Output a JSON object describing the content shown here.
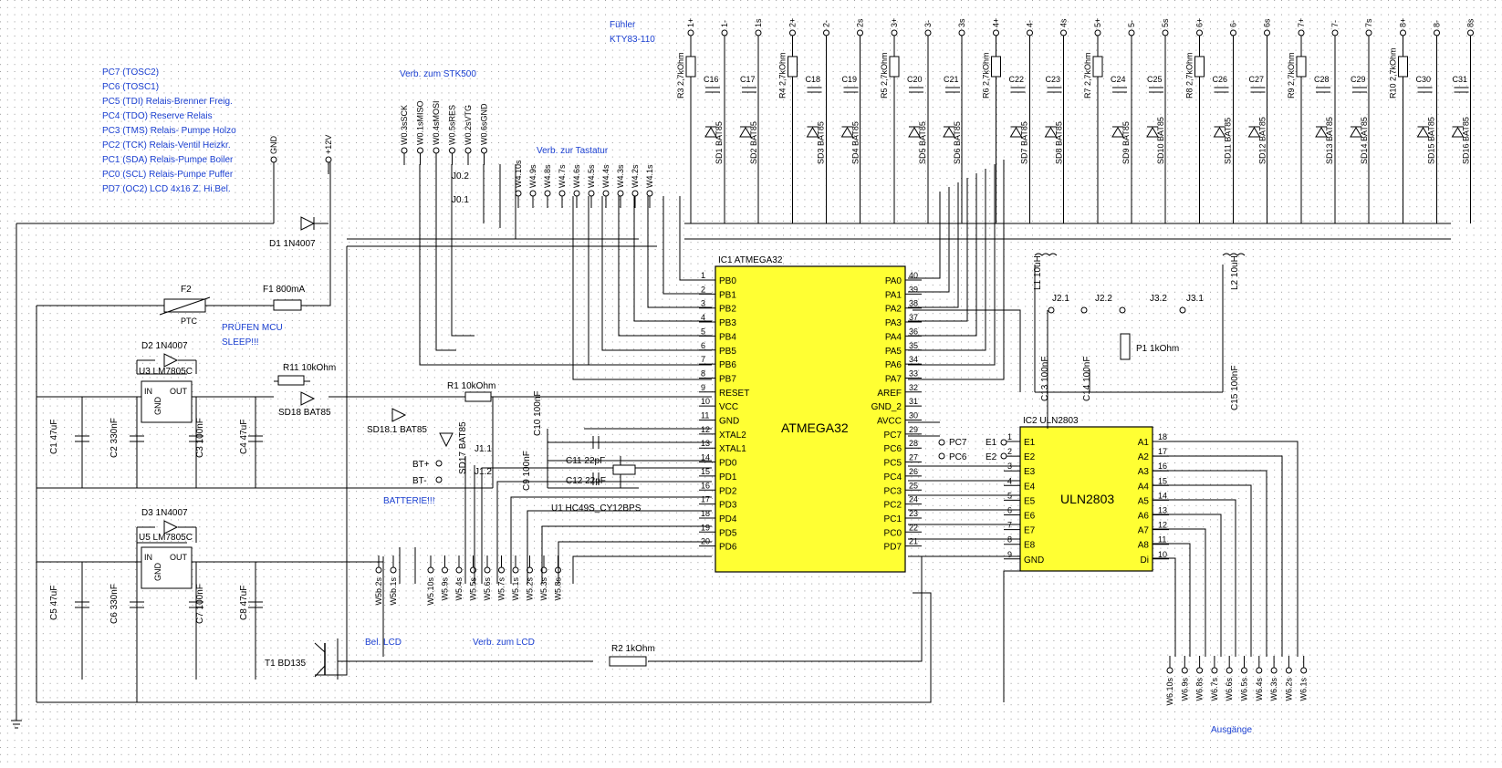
{
  "notes": {
    "port_list": [
      "PC7 (TOSC2)",
      "PC6 (TOSC1)",
      "PC5 (TDI) Relais-Brenner Freig.",
      "PC4 (TDO) Reserve Relais",
      "PC3 (TMS) Relais- Pumpe Holzo",
      "PC2 (TCK) Relais-Ventil Heizkr.",
      "PC1 (SDA) Relais-Pumpe Boiler",
      "PC0 (SCL) Relais-Pumpe Puffer",
      "PD7 (OC2) LCD 4x16 Z. Hi.Bel."
    ],
    "fuehler_1": "Fühler",
    "fuehler_2": "KTY83-110",
    "stk500": "Verb. zum STK500",
    "tastatur": "Verb. zur Tastatur",
    "pruefen_1": "PRÜFEN MCU",
    "pruefen_2": "SLEEP!!!",
    "batterie": "BATTERIE!!!",
    "bel_lcd": "Bel. LCD",
    "verb_lcd": "Verb. zum LCD",
    "ausgaenge": "Ausgänge"
  },
  "ic1": {
    "ref": "IC1 ATMEGA32",
    "name": "ATMEGA32",
    "left_pins": [
      {
        "num": "1",
        "name": "PB0"
      },
      {
        "num": "2",
        "name": "PB1"
      },
      {
        "num": "3",
        "name": "PB2"
      },
      {
        "num": "4",
        "name": "PB3"
      },
      {
        "num": "5",
        "name": "PB4"
      },
      {
        "num": "6",
        "name": "PB5"
      },
      {
        "num": "7",
        "name": "PB6"
      },
      {
        "num": "8",
        "name": "PB7"
      },
      {
        "num": "9",
        "name": "RESET"
      },
      {
        "num": "10",
        "name": "VCC"
      },
      {
        "num": "11",
        "name": "GND"
      },
      {
        "num": "12",
        "name": "XTAL2"
      },
      {
        "num": "13",
        "name": "XTAL1"
      },
      {
        "num": "14",
        "name": "PD0"
      },
      {
        "num": "15",
        "name": "PD1"
      },
      {
        "num": "16",
        "name": "PD2"
      },
      {
        "num": "17",
        "name": "PD3"
      },
      {
        "num": "18",
        "name": "PD4"
      },
      {
        "num": "19",
        "name": "PD5"
      },
      {
        "num": "20",
        "name": "PD6"
      }
    ],
    "right_pins": [
      {
        "num": "40",
        "name": "PA0"
      },
      {
        "num": "39",
        "name": "PA1"
      },
      {
        "num": "38",
        "name": "PA2"
      },
      {
        "num": "37",
        "name": "PA3"
      },
      {
        "num": "36",
        "name": "PA4"
      },
      {
        "num": "35",
        "name": "PA5"
      },
      {
        "num": "34",
        "name": "PA6"
      },
      {
        "num": "33",
        "name": "PA7"
      },
      {
        "num": "32",
        "name": "AREF"
      },
      {
        "num": "31",
        "name": "GND_2"
      },
      {
        "num": "30",
        "name": "AVCC"
      },
      {
        "num": "29",
        "name": "PC7"
      },
      {
        "num": "28",
        "name": "PC6"
      },
      {
        "num": "27",
        "name": "PC5"
      },
      {
        "num": "26",
        "name": "PC4"
      },
      {
        "num": "25",
        "name": "PC3"
      },
      {
        "num": "24",
        "name": "PC2"
      },
      {
        "num": "23",
        "name": "PC1"
      },
      {
        "num": "22",
        "name": "PC0"
      },
      {
        "num": "21",
        "name": "PD7"
      }
    ]
  },
  "ic2": {
    "ref": "IC2 ULN2803",
    "name": "ULN2803",
    "left_pins": [
      {
        "num": "1",
        "name": "E1"
      },
      {
        "num": "2",
        "name": "E2"
      },
      {
        "num": "3",
        "name": "E3"
      },
      {
        "num": "4",
        "name": "E4"
      },
      {
        "num": "5",
        "name": "E5"
      },
      {
        "num": "6",
        "name": "E6"
      },
      {
        "num": "7",
        "name": "E7"
      },
      {
        "num": "8",
        "name": "E8"
      },
      {
        "num": "9",
        "name": "GND"
      }
    ],
    "right_pins": [
      {
        "num": "18",
        "name": "A1"
      },
      {
        "num": "17",
        "name": "A2"
      },
      {
        "num": "16",
        "name": "A3"
      },
      {
        "num": "15",
        "name": "A4"
      },
      {
        "num": "14",
        "name": "A5"
      },
      {
        "num": "13",
        "name": "A6"
      },
      {
        "num": "12",
        "name": "A7"
      },
      {
        "num": "11",
        "name": "A8"
      },
      {
        "num": "10",
        "name": "Di"
      }
    ]
  },
  "top_connectors": [
    "1+",
    "1-",
    "1s",
    "2+",
    "2-",
    "2s",
    "3+",
    "3-",
    "3s",
    "4+",
    "4-",
    "4s",
    "5+",
    "5-",
    "5s",
    "6+",
    "6-",
    "6s",
    "7+",
    "7-",
    "7s",
    "8+",
    "8-",
    "8s"
  ],
  "sensor_resistors": [
    "R3 2,7kOhm",
    "R4 2,7kOhm",
    "R5 2,7kOhm",
    "R6 2,7kOhm",
    "R7 2,7kOhm",
    "R8 2,7kOhm",
    "R9 2,7kOhm",
    "R10 2,7kOhm"
  ],
  "sensor_caps": [
    [
      "C16",
      "C17"
    ],
    [
      "C18",
      "C19"
    ],
    [
      "C20",
      "C21"
    ],
    [
      "C22",
      "C23"
    ],
    [
      "C24",
      "C25"
    ],
    [
      "C26",
      "C27"
    ],
    [
      "C28",
      "C29"
    ],
    [
      "C30",
      "C31"
    ]
  ],
  "sensor_diodes": [
    [
      "SD1 BAT85",
      "SD2 BAT85"
    ],
    [
      "SD3 BAT85",
      "SD4 BAT85"
    ],
    [
      "SD5 BAT85",
      "SD6 BAT85"
    ],
    [
      "SD7 BAT85",
      "SD8 BAT85"
    ],
    [
      "SD9 BAT85",
      "SD10 BAT85"
    ],
    [
      "SD11 BAT85",
      "SD12 BAT85"
    ],
    [
      "SD13 BAT85",
      "SD14 BAT85"
    ],
    [
      "SD15 BAT85",
      "SD16 BAT85"
    ]
  ],
  "stk500_pins": [
    "W0.3sSCK",
    "W0.1sMISO",
    "W0.4sMOSI",
    "W0.5sRES",
    "W0.2sVTG",
    "W0.6sGND"
  ],
  "keypad_pins": [
    "W4.10s",
    "W4.9s",
    "W4.8s",
    "W4.7s",
    "W4.6s",
    "W4.5s",
    "W4.4s",
    "W4.3s",
    "W4.2s",
    "W4.1s"
  ],
  "lcd_pins": [
    "W5.10s",
    "W5.9s",
    "W5.4s",
    "W5.5s",
    "W5.6s",
    "W5.7s",
    "W5.1s",
    "W5.2s",
    "W5.3s",
    "W5.8s"
  ],
  "lcd_bel_pins": [
    "W5b.2s",
    "W5b.1s"
  ],
  "output_pins": [
    "W6.10s",
    "W6.9s",
    "W6.8s",
    "W6.7s",
    "W6.6s",
    "W6.5s",
    "W6.4s",
    "W6.3s",
    "W6.2s",
    "W6.1s"
  ],
  "power_pins": [
    "GND",
    "+12V"
  ],
  "parts": {
    "d1": "D1 1N4007",
    "f2": "F2",
    "ptc": "PTC",
    "f1": "F1 800mA",
    "d2": "D2 1N4007",
    "u3": "U3 LM7805C",
    "d3": "D3 1N4007",
    "u5": "U5 LM7805C",
    "in": "IN",
    "out": "OUT",
    "gnd": "GND",
    "c1": "C1 47uF",
    "c2": "C2 330nF",
    "c3": "C3 100nF",
    "c4": "C4 47uF",
    "c5": "C5 47uF",
    "c6": "C6 330nF",
    "c7": "C7 100nF",
    "c8": "C8 47uF",
    "r11": "R11 10kOhm",
    "sd18": "SD18 BAT85",
    "r1": "R1 10kOhm",
    "sd181": "SD18.1 BAT85",
    "sd17": "SD17 BAT85",
    "c10": "C10 100nF",
    "c9": "C9 100nF",
    "c11": "C11 22pF",
    "c12": "C12 22pF",
    "u1": "U1 HC49S_CY12BPS",
    "j01": "J0.1",
    "j02": "J0.2",
    "j11": "J1.1",
    "j12": "J1.2",
    "btp": "BT+",
    "btm": "BT-",
    "l1": "L1 10uH",
    "l2": "L2 10uH",
    "j21": "J2.1",
    "j22": "J2.2",
    "j32": "J3.2",
    "j31": "J3.1",
    "p1": "P1 1kOhm",
    "c13": "C13 100nF",
    "c14": "C14 100nF",
    "c15": "C15 100nF",
    "pc7": "PC7",
    "pc6": "PC6",
    "e1": "E1",
    "e2": "E2",
    "r2": "R2 1kOhm",
    "t1": "T1 BD135"
  }
}
